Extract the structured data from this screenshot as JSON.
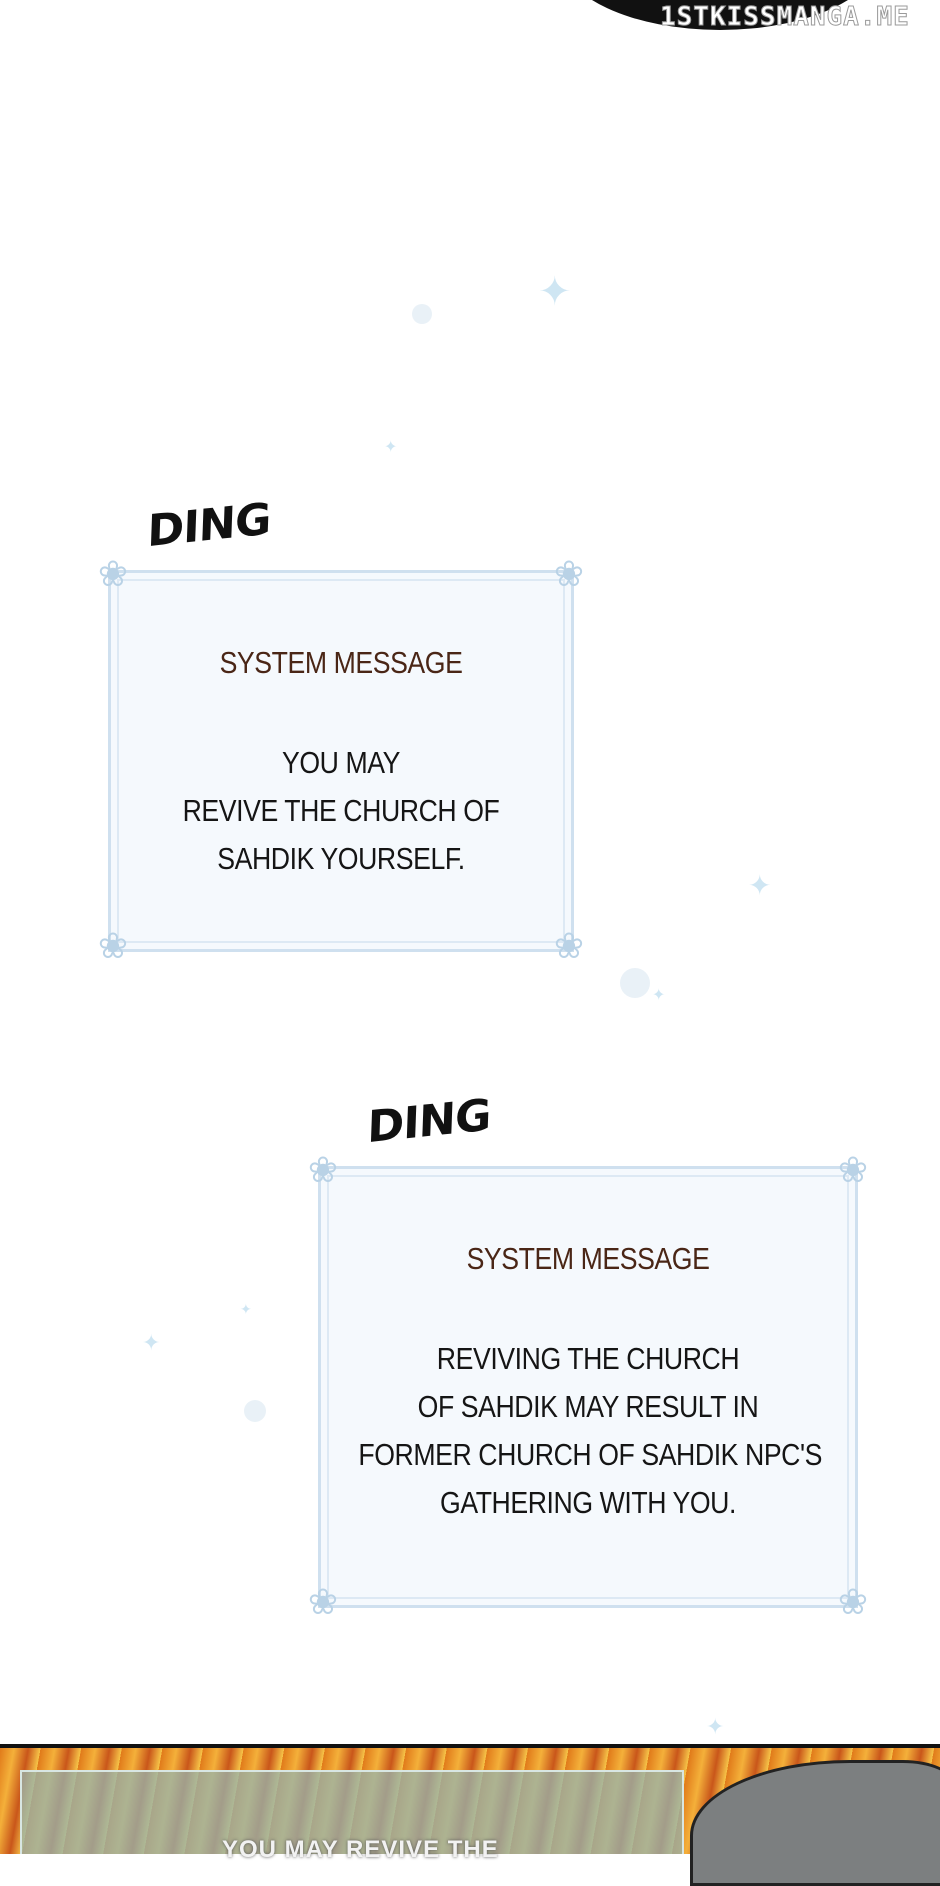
{
  "watermark": "1STKISSMANGA.ME",
  "sfx": {
    "ding_1": "DING",
    "ding_2": "DING"
  },
  "messages": [
    {
      "title": "SYSTEM MESSAGE",
      "lines": [
        "YOU MAY",
        "REVIVE THE CHURCH OF",
        "SAHDIK YOURSELF."
      ]
    },
    {
      "title": "SYSTEM MESSAGE",
      "lines": [
        "REVIVING THE CHURCH",
        "OF SAHDIK MAY RESULT IN",
        "FORMER CHURCH OF SAHDIK NPC'S",
        "GATHERING WITH YOU."
      ]
    }
  ],
  "bottom_panel": {
    "text": "YOU MAY REVIVE THE"
  },
  "colors": {
    "window_bg": "#f5f9fd",
    "window_border": "#cfe0ef",
    "title_color": "#4a2616",
    "body_color": "#151515"
  }
}
